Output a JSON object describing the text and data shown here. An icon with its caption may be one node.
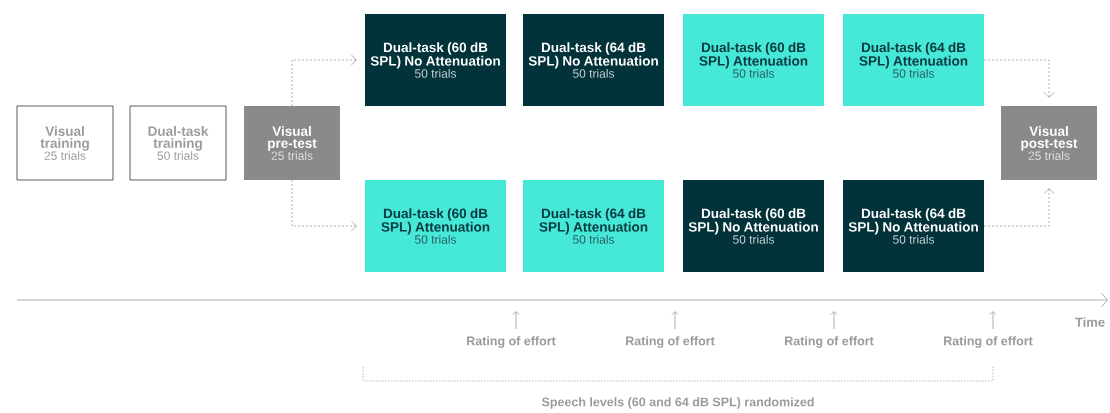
{
  "diagram": {
    "nodes": [
      {
        "text": [
          "Visual training",
          "25 trials"
        ]
      },
      {
        "text": [
          "Dual-task training",
          "50 trials"
        ]
      },
      {
        "text": [
          "Visual pre-test",
          "25 trials"
        ]
      },
      {
        "text": [
          "Dual-task (60 dB SPL) No Attenuation",
          "50 trials"
        ]
      },
      {
        "text": [
          "Dual-task (64 dB SPL) No Attenuation",
          "50 trials"
        ]
      },
      {
        "text": [
          "Dual-task (60 dB SPL) Attenuation",
          "50 trials"
        ]
      },
      {
        "text": [
          "Dual-task (64 dB SPL) Attenuation",
          "50 trials"
        ]
      },
      {
        "text": [
          "Dual-task (60 dB SPL) Attenuation",
          "50 trials"
        ]
      },
      {
        "text": [
          "Dual-task (64 dB SPL) Attenuation",
          "50 trials"
        ]
      },
      {
        "text": [
          "Dual-task (60 dB SPL) No Attenuation",
          "50 trials"
        ]
      },
      {
        "text": [
          "Dual-task (64 dB SPL) No Attenuation",
          "50 trials"
        ]
      },
      {
        "text": [
          "Visual post-test",
          "25 trials"
        ]
      }
    ],
    "edges": [
      {
        "from": 2,
        "to": 3,
        "arrow": "to"
      },
      {
        "from": 2,
        "to": 7,
        "arrow": "to"
      },
      {
        "from": 6,
        "to": 11,
        "arrow": "to"
      },
      {
        "from": 10,
        "to": 11,
        "arrow": "to"
      }
    ],
    "labels": [
      "Time",
      "Rating of effort",
      "Rating of effort",
      "Rating of effort",
      "Rating of effort",
      "Speech levels (60 and 64 dB SPL) randomized"
    ]
  }
}
